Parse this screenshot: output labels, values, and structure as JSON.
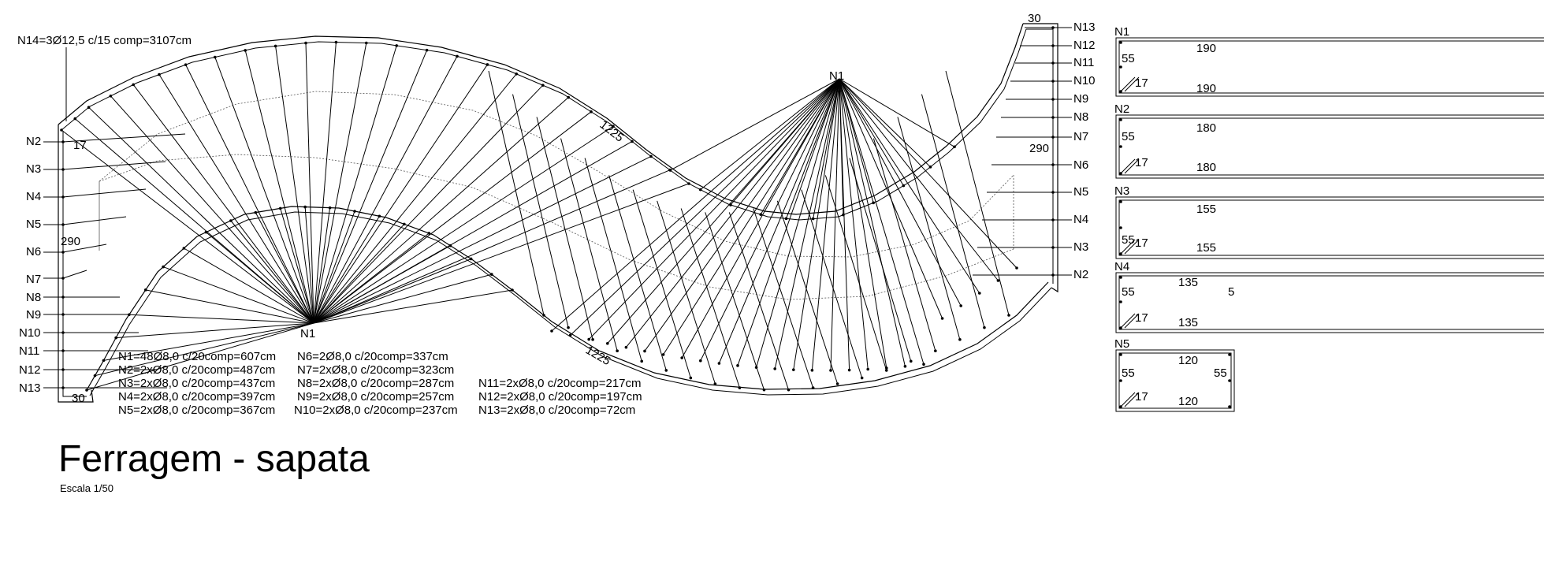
{
  "drawing": {
    "top_note": "N14=3Ø12,5 c/15 comp=3107cm",
    "fan_label_left": "N1",
    "fan_label_right": "N1",
    "dim_curve_top": "1225",
    "dim_curve_bottom": "1225",
    "dim_left_width": "30",
    "dim_right_width": "30",
    "dim_left_17": "17",
    "dim_left_290": "290",
    "dim_right_290": "290",
    "left_bars": [
      "N2",
      "N3",
      "N4",
      "N5",
      "N6",
      "N7",
      "N8",
      "N9",
      "N10",
      "N11",
      "N12",
      "N13"
    ],
    "right_bars": [
      "N13",
      "N12",
      "N11",
      "N10",
      "N9",
      "N8",
      "N7",
      "N6",
      "N5",
      "N4",
      "N3",
      "N2"
    ]
  },
  "legend": {
    "col1": [
      "N1=48Ø8,0 c/20comp=607cm",
      "N2=2xØ8,0 c/20comp=487cm",
      "N3=2xØ8,0 c/20comp=437cm",
      "N4=2xØ8,0 c/20comp=397cm",
      "N5=2xØ8,0 c/20comp=367cm"
    ],
    "col2": [
      "N6=2Ø8,0 c/20comp=337cm",
      "N7=2xØ8,0 c/20comp=323cm",
      "N8=2xØ8,0 c/20comp=287cm",
      "N9=2xØ8,0 c/20comp=257cm",
      "N10=2xØ8,0 c/20comp=237cm"
    ],
    "col3": [
      "N11=2xØ8,0 c/20comp=217cm",
      "N12=2xØ8,0 c/20comp=197cm",
      "N13=2xØ8,0 c/20comp=72cm"
    ]
  },
  "title": "Ferragem - sapata",
  "scale": "Escala 1/50",
  "details": [
    {
      "name": "N1",
      "top": "190",
      "bottom": "190",
      "side": "55",
      "hook": "17",
      "right_side": ""
    },
    {
      "name": "N2",
      "top": "180",
      "bottom": "180",
      "side": "55",
      "hook": "17",
      "right_side": ""
    },
    {
      "name": "N3",
      "top": "155",
      "bottom": "155",
      "side": "55",
      "hook": "17",
      "right_side": ""
    },
    {
      "name": "N4",
      "top": "135",
      "bottom": "135",
      "side": "55",
      "hook": "17",
      "right_side": "5"
    },
    {
      "name": "N5",
      "top": "120",
      "bottom": "120",
      "side": "55",
      "hook": "17",
      "right_side": "55"
    }
  ]
}
